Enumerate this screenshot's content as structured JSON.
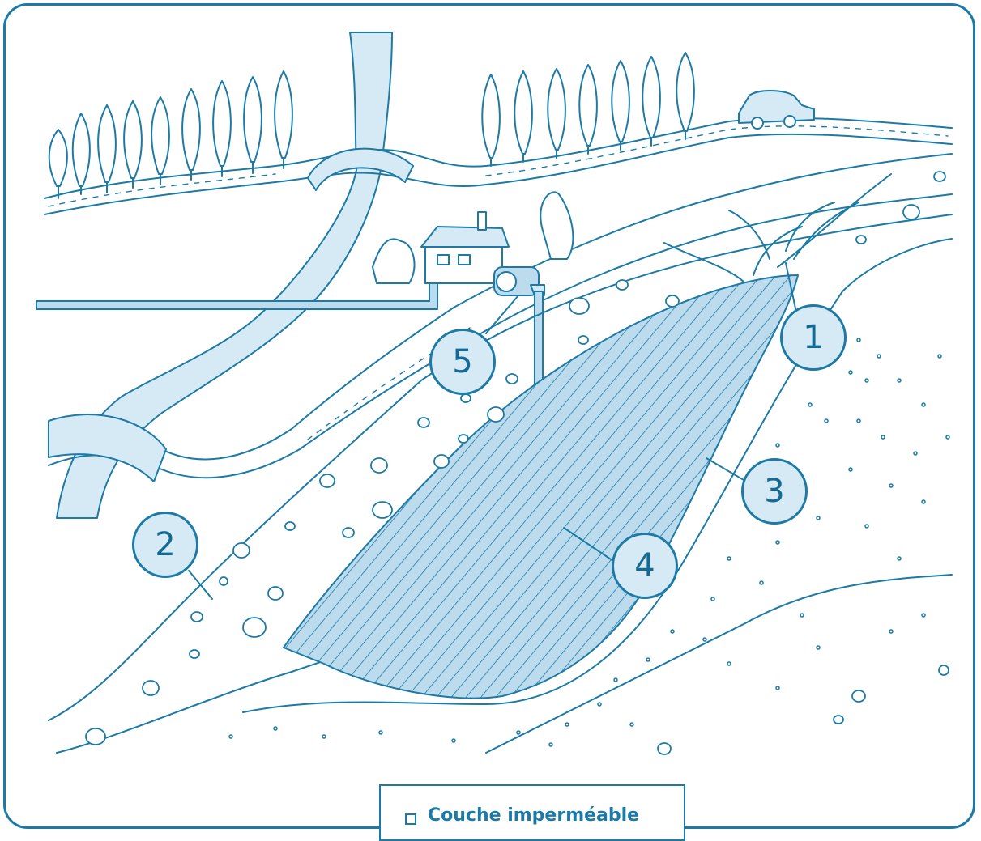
{
  "markers": {
    "m1": "1",
    "m2": "2",
    "m3": "3",
    "m4": "4",
    "m5": "5"
  },
  "legend": {
    "impermeable_label": "Couche imperméable"
  },
  "colors": {
    "line": "#1c7aa6",
    "fill_light": "#d6eaf5",
    "fill_mid": "#bcdcee",
    "background": "#ffffff"
  }
}
